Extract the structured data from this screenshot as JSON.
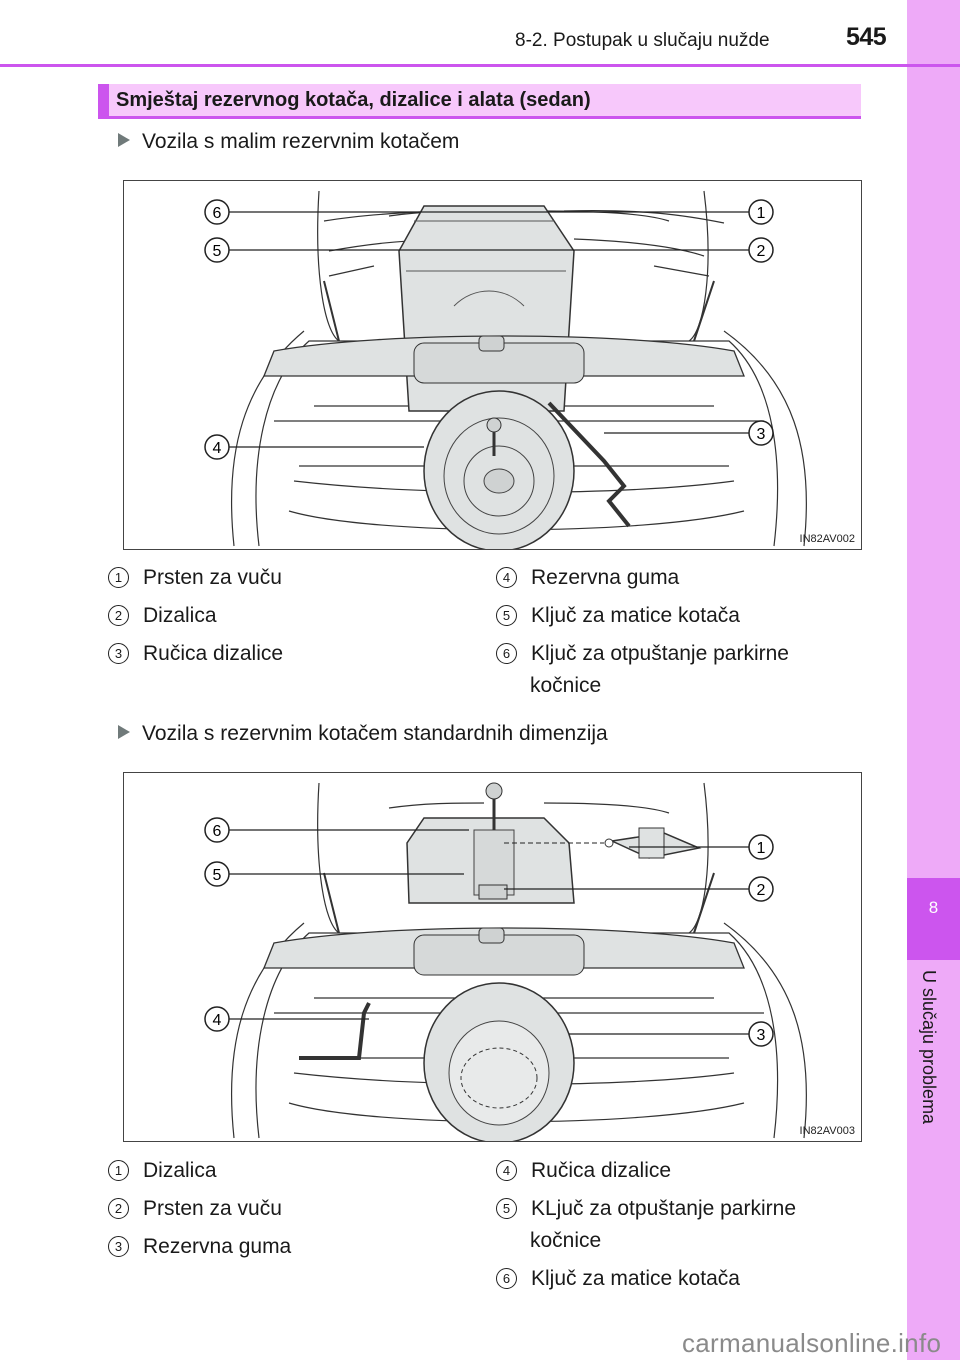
{
  "header": {
    "section": "8-2. Postupak u slučaju nužde",
    "page_number": "545"
  },
  "side_tab": {
    "chapter": "8",
    "title": "U slučaju problema"
  },
  "section_title": "Smještaj rezervnog kotača, dizalice i alata (sedan)",
  "figures": [
    {
      "subtitle": "Vozila s malim rezervnim kotačem",
      "code": "IN82AV002",
      "callouts": [
        "1",
        "2",
        "3",
        "4",
        "5",
        "6"
      ],
      "legend": [
        {
          "num": "1",
          "text": "Prsten za vuču"
        },
        {
          "num": "2",
          "text": "Dizalica"
        },
        {
          "num": "3",
          "text": "Ručica dizalice"
        },
        {
          "num": "4",
          "text": "Rezervna guma"
        },
        {
          "num": "5",
          "text": "Ključ za matice kotača"
        },
        {
          "num": "6",
          "text": "Ključ za otpuštanje parkirne",
          "text2": "kočnice"
        }
      ]
    },
    {
      "subtitle": "Vozila s rezervnim kotačem standardnih dimenzija",
      "code": "IN82AV003",
      "callouts": [
        "1",
        "2",
        "3",
        "4",
        "5",
        "6"
      ],
      "legend": [
        {
          "num": "1",
          "text": "Dizalica"
        },
        {
          "num": "2",
          "text": "Prsten za vuču"
        },
        {
          "num": "3",
          "text": "Rezervna guma"
        },
        {
          "num": "4",
          "text": "Ručica dizalice"
        },
        {
          "num": "5",
          "text": "KLjuč za otpuštanje parkirne",
          "text2": "kočnice"
        },
        {
          "num": "6",
          "text": "Ključ za matice kotača"
        }
      ]
    }
  ],
  "watermark": "carmanualsonline.info"
}
